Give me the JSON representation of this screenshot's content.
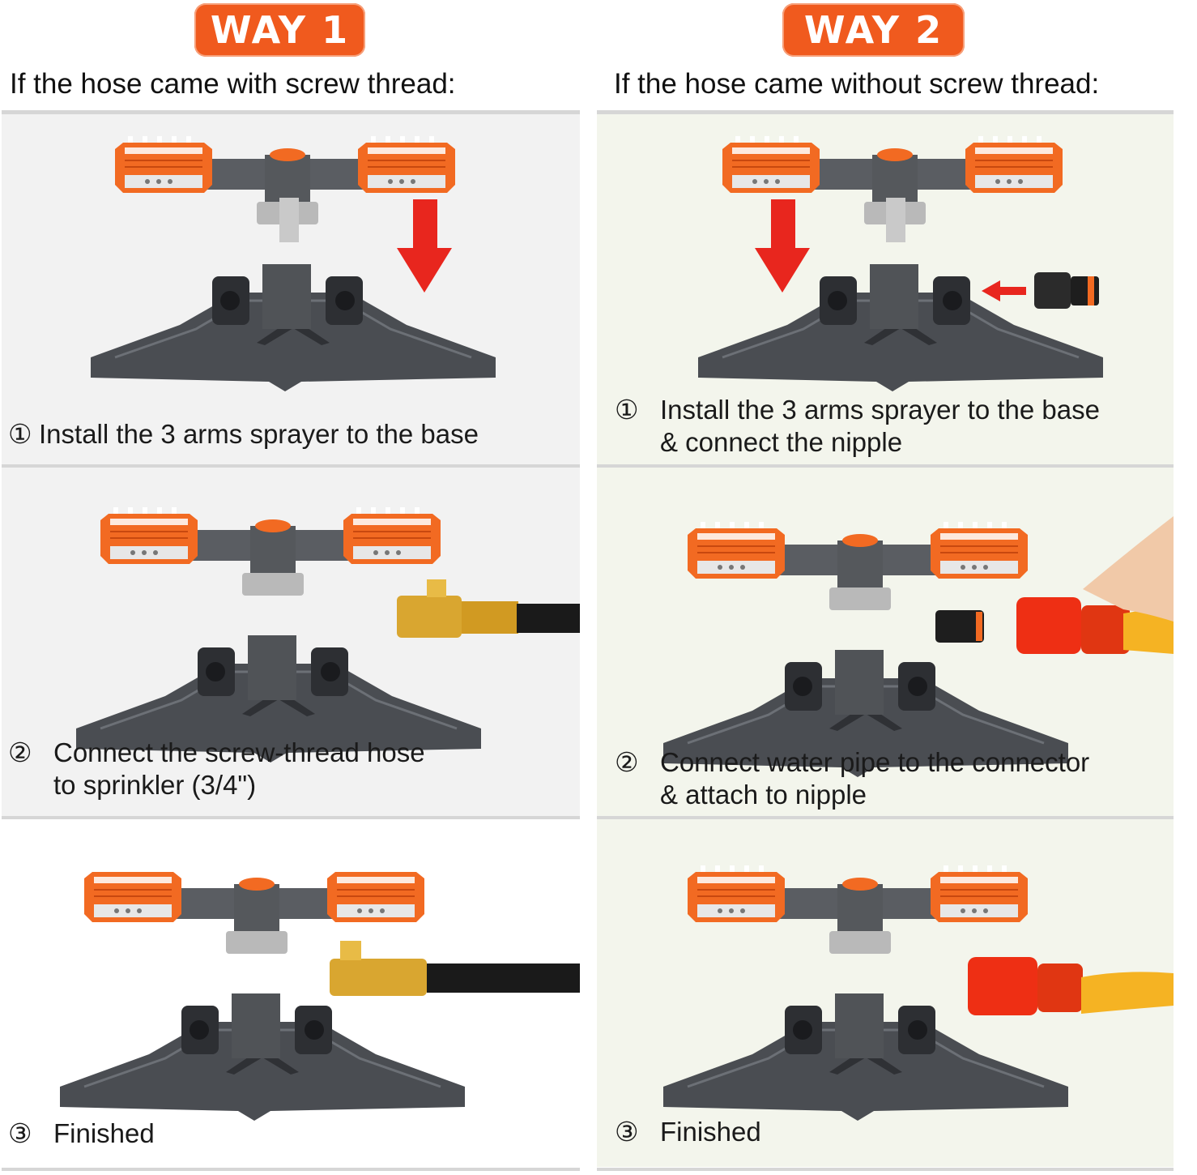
{
  "way1": {
    "badge": "WAY 1",
    "subtitle": "If the hose came with screw thread:",
    "steps": [
      {
        "num": "①",
        "text": "Install the 3 arms sprayer to the base"
      },
      {
        "num": "②",
        "text": "Connect the screw-thread hose",
        "text2": "to sprinkler (3/4\")"
      },
      {
        "num": "③",
        "text": "Finished"
      }
    ]
  },
  "way2": {
    "badge": "WAY 2",
    "subtitle": "If the hose came without screw thread:",
    "steps": [
      {
        "num": "①",
        "text": "Install the 3 arms sprayer to the base",
        "text2": "& connect the nipple"
      },
      {
        "num": "②",
        "text": "Connect water pipe to the connector",
        "text2": "& attach to nipple"
      },
      {
        "num": "③",
        "text": "Finished"
      }
    ]
  },
  "colors": {
    "badge": "#f05a1e",
    "sprinkler_body": "#4a4d52",
    "arm_orange": "#f26a22",
    "arrow_red": "#e8261e",
    "brass": "#d9a630",
    "hose_yellow": "#f5b323",
    "connector_red": "#ee2f14"
  }
}
